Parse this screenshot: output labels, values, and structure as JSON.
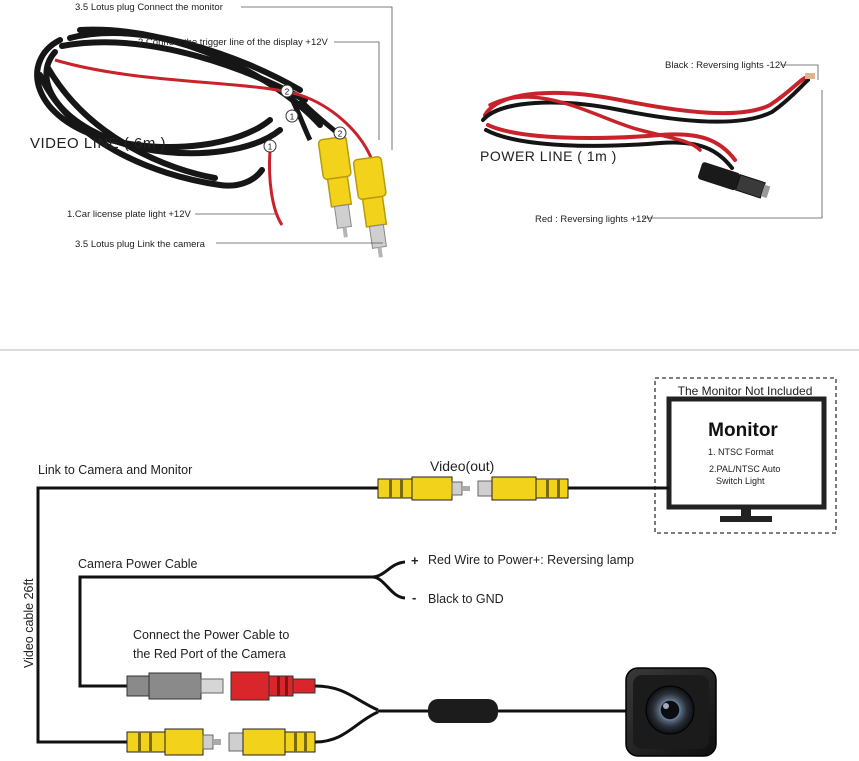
{
  "top": {
    "video_line": {
      "title": "VIDEO  LINE   ( 6m )",
      "callout_top": "3.5 Lotus plug  Connect the monitor",
      "callout_trigger": "2.Connect the trigger line of the display +12V",
      "callout_plate": "1.Car license plate light +12V",
      "callout_bottom": "3.5 Lotus plug  Link the camera",
      "badge_1": "1",
      "badge_2": "2"
    },
    "power_line": {
      "title": "POWER  LINE   ( 1m )",
      "callout_black": "Black : Reversing lights -12V",
      "callout_red": "Red : Reversing lights +12V"
    }
  },
  "bottom": {
    "monitor_box": {
      "caption": "The Monitor Not Included",
      "title": "Monitor",
      "line1": "1. NTSC Format",
      "line2a": "2.PAL/NTSC Auto",
      "line2b": "Switch Light"
    },
    "link_label": "Link to Camera and Monitor",
    "video_out_label": "Video(out)",
    "video_cable_label": "Video cable 26ft",
    "power_cable_label": "Camera Power Cable",
    "red_wire_sign": "+",
    "red_wire_label": "Red Wire to Power+: Reversing lamp",
    "black_wire_sign": "-",
    "black_wire_label": "Black to GND",
    "connect_label_1": "Connect the Power Cable to",
    "connect_label_2": "the Red Port of the Camera"
  },
  "colors": {
    "rca_yellow": "#f2d21b",
    "wire_red": "#d8262b",
    "cable_black": "#1c1c1c",
    "plug_grey": "#8a8a8a",
    "pin_silver": "#cfcfcf"
  }
}
